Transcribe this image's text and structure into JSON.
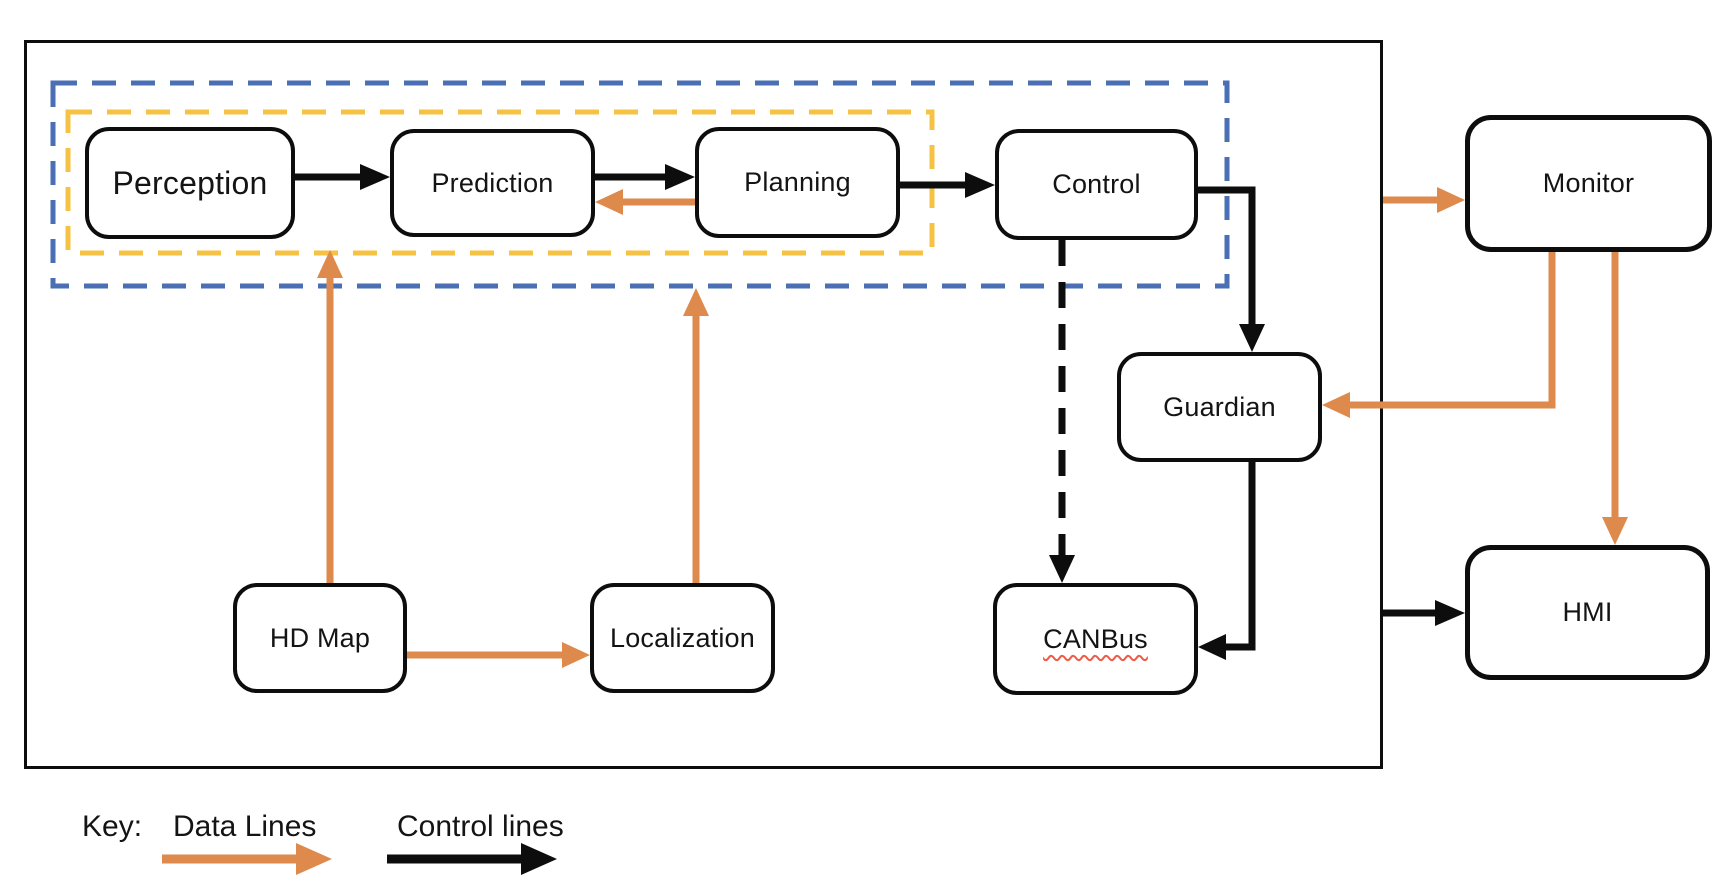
{
  "diagram": {
    "nodes": {
      "perception": {
        "label": "Perception"
      },
      "prediction": {
        "label": "Prediction"
      },
      "planning": {
        "label": "Planning"
      },
      "control": {
        "label": "Control"
      },
      "hd_map": {
        "label": "HD Map"
      },
      "localization": {
        "label": "Localization"
      },
      "guardian": {
        "label": "Guardian"
      },
      "canbus": {
        "label": "CANBus"
      },
      "monitor": {
        "label": "Monitor"
      },
      "hmi": {
        "label": "HMI"
      }
    },
    "key": {
      "title": "Key:",
      "data_lines_label": "Data Lines",
      "control_lines_label": "Control lines"
    },
    "colors": {
      "data_line": "#DE8A4C",
      "control_line": "#0d0d0d",
      "outer_group_dashed": "#4A6FB5",
      "inner_group_dashed": "#F5C243",
      "spellcheck_underline": "#EE5C48"
    }
  }
}
